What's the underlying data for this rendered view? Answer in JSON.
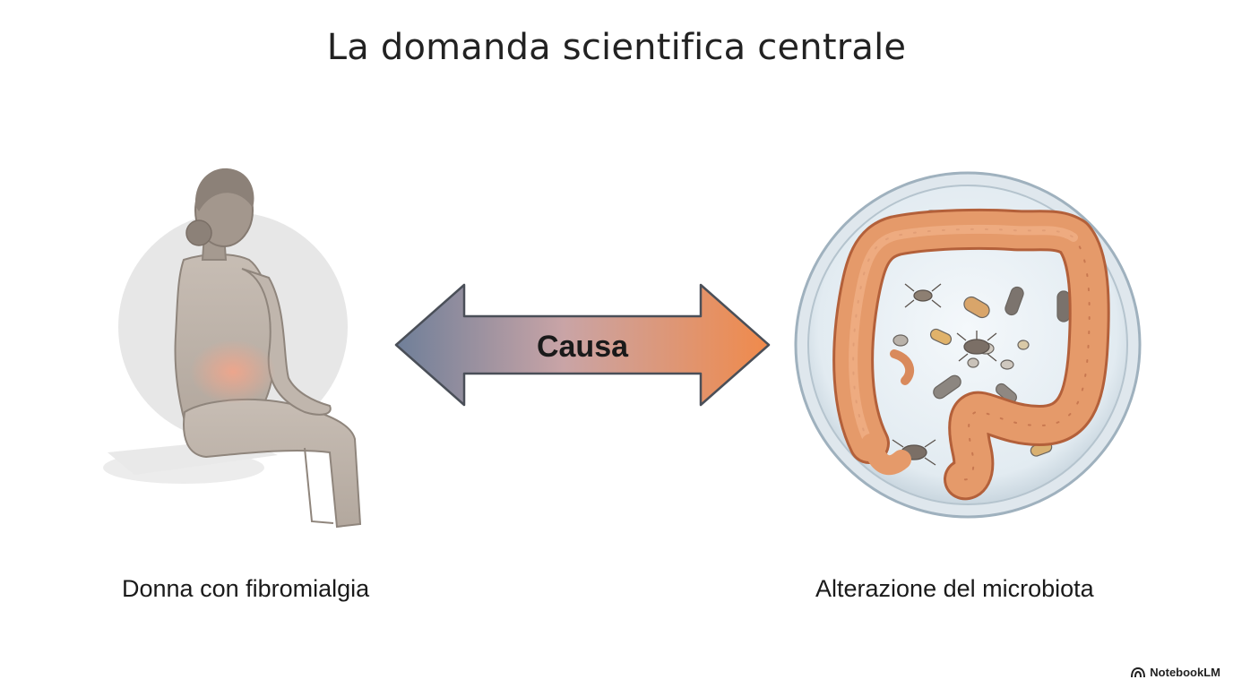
{
  "title": "La domanda scientifica centrale",
  "arrow": {
    "label": "Causa"
  },
  "left": {
    "caption": "Donna con fibromialgia",
    "icon": "woman-sitting-illustration"
  },
  "right": {
    "caption": "Alterazione del microbiota",
    "icon": "gut-microbiota-petri-dish-illustration"
  },
  "brand": {
    "name": "NotebookLM",
    "icon": "notebooklm-logo-icon"
  },
  "colors": {
    "arrow_left": "#6f7f99",
    "arrow_right": "#f08a4b",
    "intestine": "#e59a6a",
    "figure": "#b9b0a8",
    "halo": "#e6e6e6"
  }
}
